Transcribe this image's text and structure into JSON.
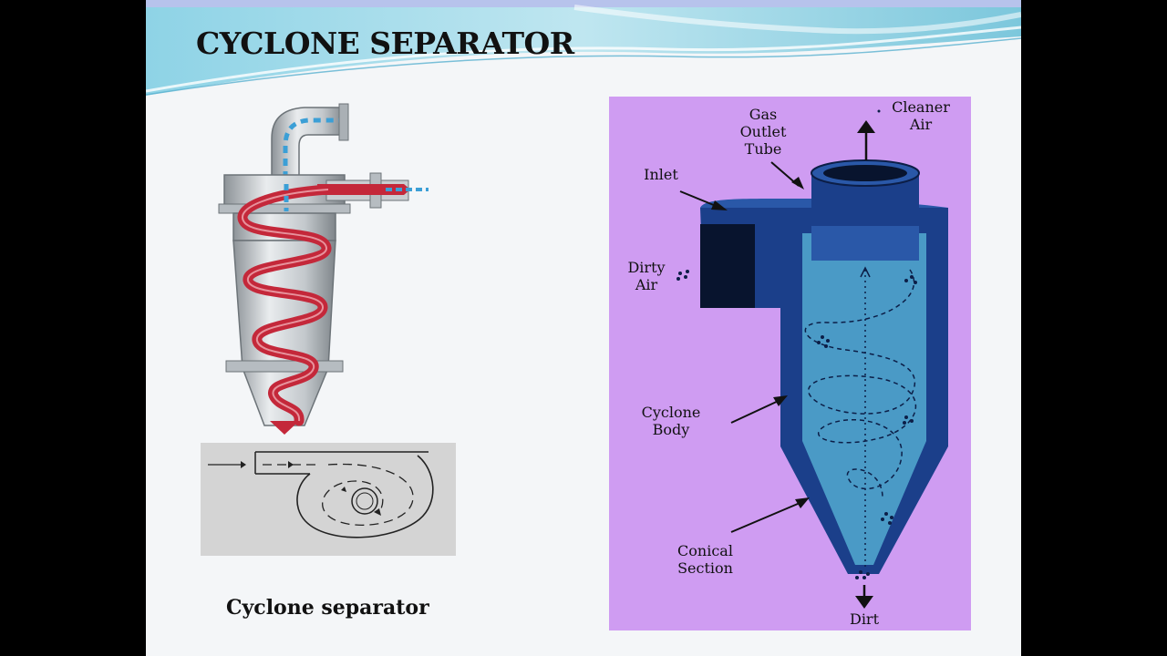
{
  "slide": {
    "title": "CYCLONE SEPARATOR",
    "caption": "Cyclone separator"
  },
  "diagram": {
    "labels": {
      "gas_outlet_1": "Gas",
      "gas_outlet_2": "Outlet",
      "gas_outlet_3": "Tube",
      "cleaner_1": "Cleaner",
      "cleaner_2": "Air",
      "inlet": "Inlet",
      "dirty_1": "Dirty",
      "dirty_2": "Air",
      "body_1": "Cyclone",
      "body_2": "Body",
      "conical_1": "Conical",
      "conical_2": "Section",
      "dirt": "Dirt"
    },
    "colors": {
      "panel_bg": "#cf9cf2",
      "body_dark": "#1b3f8a",
      "body_light": "#4a9ac6",
      "spiral_red": "#c4283a",
      "metal": "#bfc4c8"
    }
  }
}
